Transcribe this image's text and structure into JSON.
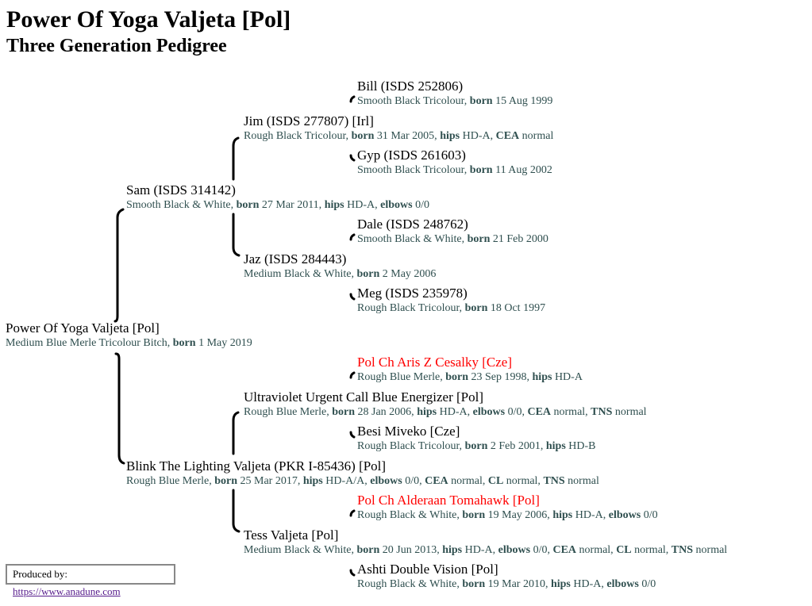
{
  "header": {
    "title": "Power Of Yoga Valjeta [Pol]",
    "subtitle": "Three Generation Pedigree"
  },
  "colors": {
    "details_text": "#2f4f4f",
    "champion_name": "#ff0000",
    "link": "#551a8b"
  },
  "subject": {
    "name": "Power Of Yoga Valjeta [Pol]",
    "details": [
      {
        "text": "Medium Blue Merle Tricolour Bitch, "
      },
      {
        "label": "born",
        "text": " 1 May 2019"
      }
    ]
  },
  "sire": {
    "name": "Sam (ISDS 314142)",
    "details": [
      {
        "text": "Smooth Black & White, "
      },
      {
        "label": "born",
        "text": " 27 Mar 2011, "
      },
      {
        "label": "hips",
        "text": " HD-A, "
      },
      {
        "label": "elbows",
        "text": " 0/0"
      }
    ]
  },
  "sire_sire": {
    "name": "Jim (ISDS 277807) [Irl]",
    "details": [
      {
        "text": "Rough Black Tricolour, "
      },
      {
        "label": "born",
        "text": " 31 Mar 2005, "
      },
      {
        "label": "hips",
        "text": " HD-A, "
      },
      {
        "label": "CEA",
        "text": " normal"
      }
    ]
  },
  "sire_sire_sire": {
    "name": "Bill (ISDS 252806)",
    "details": [
      {
        "text": "Smooth Black Tricolour, "
      },
      {
        "label": "born",
        "text": " 15 Aug 1999"
      }
    ]
  },
  "sire_sire_dam": {
    "name": "Gyp (ISDS 261603)",
    "details": [
      {
        "text": "Smooth Black Tricolour, "
      },
      {
        "label": "born",
        "text": " 11 Aug 2002"
      }
    ]
  },
  "sire_dam": {
    "name": "Jaz (ISDS 284443)",
    "details": [
      {
        "text": "Medium Black & White, "
      },
      {
        "label": "born",
        "text": " 2 May 2006"
      }
    ]
  },
  "sire_dam_sire": {
    "name": "Dale (ISDS 248762)",
    "details": [
      {
        "text": "Smooth Black & White, "
      },
      {
        "label": "born",
        "text": " 21 Feb 2000"
      }
    ]
  },
  "sire_dam_dam": {
    "name": "Meg (ISDS 235978)",
    "details": [
      {
        "text": "Rough Black Tricolour, "
      },
      {
        "label": "born",
        "text": " 18 Oct 1997"
      }
    ]
  },
  "dam": {
    "name": "Blink The Lighting Valjeta (PKR I-85436) [Pol]",
    "details": [
      {
        "text": "Rough Blue Merle, "
      },
      {
        "label": "born",
        "text": " 25 Mar 2017, "
      },
      {
        "label": "hips",
        "text": " HD-A/A, "
      },
      {
        "label": "elbows",
        "text": " 0/0, "
      },
      {
        "label": "CEA",
        "text": " normal, "
      },
      {
        "label": "CL",
        "text": " normal, "
      },
      {
        "label": "TNS",
        "text": " normal"
      }
    ]
  },
  "dam_sire": {
    "name": "Ultraviolet Urgent Call Blue Energizer [Pol]",
    "details": [
      {
        "text": "Rough Blue Merle, "
      },
      {
        "label": "born",
        "text": " 28 Jan 2006, "
      },
      {
        "label": "hips",
        "text": " HD-A, "
      },
      {
        "label": "elbows",
        "text": " 0/0, "
      },
      {
        "label": "CEA",
        "text": " normal, "
      },
      {
        "label": "TNS",
        "text": " normal"
      }
    ]
  },
  "dam_sire_sire": {
    "name": "Pol Ch Aris Z Cesalky [Cze]",
    "champion": true,
    "details": [
      {
        "text": "Rough Blue Merle, "
      },
      {
        "label": "born",
        "text": " 23 Sep 1998, "
      },
      {
        "label": "hips",
        "text": " HD-A"
      }
    ]
  },
  "dam_sire_dam": {
    "name": "Besi Miveko [Cze]",
    "details": [
      {
        "text": "Rough Black Tricolour, "
      },
      {
        "label": "born",
        "text": " 2 Feb 2001, "
      },
      {
        "label": "hips",
        "text": " HD-B"
      }
    ]
  },
  "dam_dam": {
    "name": "Tess Valjeta [Pol]",
    "details": [
      {
        "text": "Medium Black & White, "
      },
      {
        "label": "born",
        "text": " 20 Jun 2013, "
      },
      {
        "label": "hips",
        "text": " HD-A, "
      },
      {
        "label": "elbows",
        "text": " 0/0, "
      },
      {
        "label": "CEA",
        "text": " normal, "
      },
      {
        "label": "CL",
        "text": " normal, "
      },
      {
        "label": "TNS",
        "text": " normal"
      }
    ]
  },
  "dam_dam_sire": {
    "name": "Pol Ch Alderaan Tomahawk [Pol]",
    "champion": true,
    "details": [
      {
        "text": "Rough Black & White, "
      },
      {
        "label": "born",
        "text": " 19 May 2006, "
      },
      {
        "label": "hips",
        "text": " HD-A, "
      },
      {
        "label": "elbows",
        "text": " 0/0"
      }
    ]
  },
  "dam_dam_dam": {
    "name": "Ashti Double Vision [Pol]",
    "details": [
      {
        "text": "Rough Black & White, "
      },
      {
        "label": "born",
        "text": " 19 Mar 2010, "
      },
      {
        "label": "hips",
        "text": " HD-A, "
      },
      {
        "label": "elbows",
        "text": " 0/0"
      }
    ]
  },
  "footer": {
    "label": "Produced by: ",
    "link_text": "https://www.anadune.com"
  }
}
